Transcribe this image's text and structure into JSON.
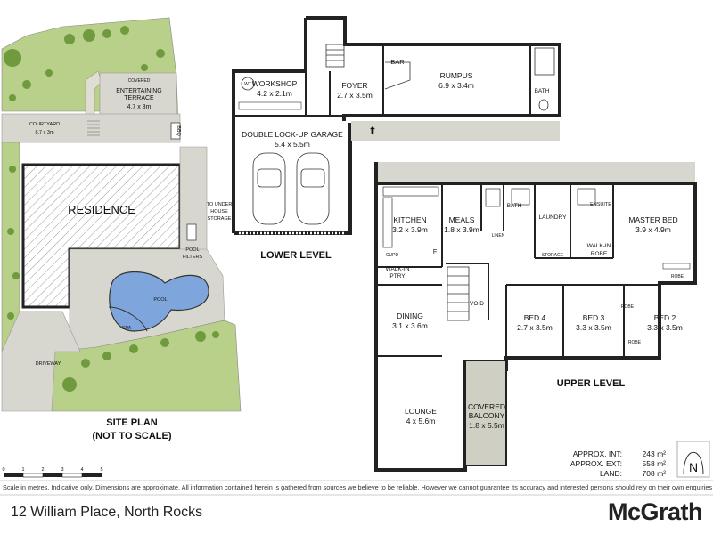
{
  "site_plan": {
    "title": "SITE PLAN",
    "subtitle": "(NOT TO SCALE)",
    "residence": "RESIDENCE",
    "terrace_line1": "COVERED",
    "terrace_line2": "ENTERTAINING",
    "terrace_line3": "TERRACE",
    "terrace_dim": "4.7 x 3m",
    "courtyard": "COURTYARD",
    "courtyard_dim": "8.7 x 3m",
    "bbq": "BBQ",
    "storage_line1": "TO UNDER",
    "storage_line2": "HOUSE",
    "storage_line3": "STORAGE",
    "pool_filters_line1": "POOL",
    "pool_filters_line2": "FILTERS",
    "pool": "POOL",
    "spa": "SPA",
    "driveway": "DRIVEWAY"
  },
  "lower_level": {
    "title": "LOWER LEVEL",
    "rooms": [
      {
        "name": "WORKSHOP",
        "dim": "4.2 x 2.1m"
      },
      {
        "name": "FOYER",
        "dim": "2.7 x 3.5m"
      },
      {
        "name": "RUMPUS",
        "dim": "6.9 x 3.4m"
      },
      {
        "name": "DOUBLE LOCK-UP GARAGE",
        "dim": "5.4 x 5.5m"
      }
    ],
    "wt": "WT",
    "bar": "BAR",
    "bath": "BATH"
  },
  "upper_level": {
    "title": "UPPER LEVEL",
    "rooms": [
      {
        "name": "KITCHEN",
        "dim": "3.2 x 3.9m"
      },
      {
        "name": "MEALS",
        "dim": "1.8 x 3.9m"
      },
      {
        "name": "MASTER BED",
        "dim": "3.9 x 4.9m"
      },
      {
        "name": "DINING",
        "dim": "3.1 x 3.6m"
      },
      {
        "name": "BED 4",
        "dim": "2.7 x 3.5m"
      },
      {
        "name": "BED 3",
        "dim": "3.3 x 3.5m"
      },
      {
        "name": "BED 2",
        "dim": "3.3 x 3.5m"
      },
      {
        "name": "LOUNGE",
        "dim": "4 x 5.6m"
      }
    ],
    "bath": "BATH",
    "laundry": "LAUNDRY",
    "ensuite": "ENSUITE",
    "walkin_robe_1": "WALK-IN",
    "walkin_robe_2": "ROBE",
    "walkin_pantry_1": "WALK-IN",
    "walkin_pantry_2": "PTRY",
    "linen": "LINEN",
    "storage": "STORAGE",
    "cupd": "CUPD",
    "void": "VOID",
    "robe": "ROBE",
    "fridge": "F",
    "balcony_line1": "COVERED",
    "balcony_line2": "BALCONY",
    "balcony_dim": "1.8 x 5.5m"
  },
  "scale_bar": {
    "ticks": [
      "0",
      "1",
      "2",
      "3",
      "4",
      "5"
    ],
    "caption": "Scale in metres. Indicative only. Dimensions are approximate. All information contained herein is gathered from sources we believe to be reliable. However we cannot guarantee its accuracy and interested persons should rely on their own enquiries"
  },
  "areas": [
    {
      "label": "APPROX. INT:",
      "value": "243 m²"
    },
    {
      "label": "APPROX. EXT:",
      "value": "558 m²"
    },
    {
      "label": "LAND:",
      "value": "708 m²"
    }
  ],
  "compass": "N",
  "address": "12 William Place, North Rocks",
  "brand": "McGrath",
  "colors": {
    "lawn": "#b8d08a",
    "lawn_dark": "#9cbd6a",
    "paving": "#d8d7cf",
    "pool": "#7fa6dc",
    "balcony": "#cfcfc4"
  }
}
